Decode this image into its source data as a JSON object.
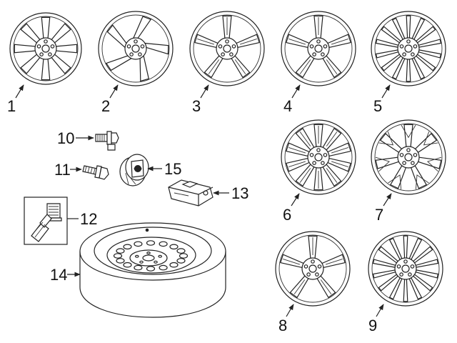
{
  "callouts": [
    {
      "id": "1",
      "label": "1"
    },
    {
      "id": "2",
      "label": "2"
    },
    {
      "id": "3",
      "label": "3"
    },
    {
      "id": "4",
      "label": "4"
    },
    {
      "id": "5",
      "label": "5"
    },
    {
      "id": "6",
      "label": "6"
    },
    {
      "id": "7",
      "label": "7"
    },
    {
      "id": "8",
      "label": "8"
    },
    {
      "id": "9",
      "label": "9"
    },
    {
      "id": "10",
      "label": "10"
    },
    {
      "id": "11",
      "label": "11"
    },
    {
      "id": "12",
      "label": "12"
    },
    {
      "id": "13",
      "label": "13"
    },
    {
      "id": "14",
      "label": "14"
    },
    {
      "id": "15",
      "label": "15"
    }
  ],
  "wheels": [
    {
      "callout": "1",
      "spokes": 8,
      "style": "single-spoke"
    },
    {
      "callout": "2",
      "spokes": 5,
      "style": "twisted-spoke"
    },
    {
      "callout": "3",
      "spokes": 5,
      "style": "double-spoke"
    },
    {
      "callout": "4",
      "spokes": 5,
      "style": "split-spoke"
    },
    {
      "callout": "5",
      "spokes": 14,
      "style": "multi-spoke"
    },
    {
      "callout": "6",
      "spokes": 10,
      "style": "double-spoke"
    },
    {
      "callout": "7",
      "spokes": 7,
      "style": "y-spoke"
    },
    {
      "callout": "8",
      "spokes": 5,
      "style": "split-spoke"
    },
    {
      "callout": "9",
      "spokes": 14,
      "style": "multi-spoke"
    }
  ],
  "icons": {
    "arrow": "arrowhead"
  }
}
